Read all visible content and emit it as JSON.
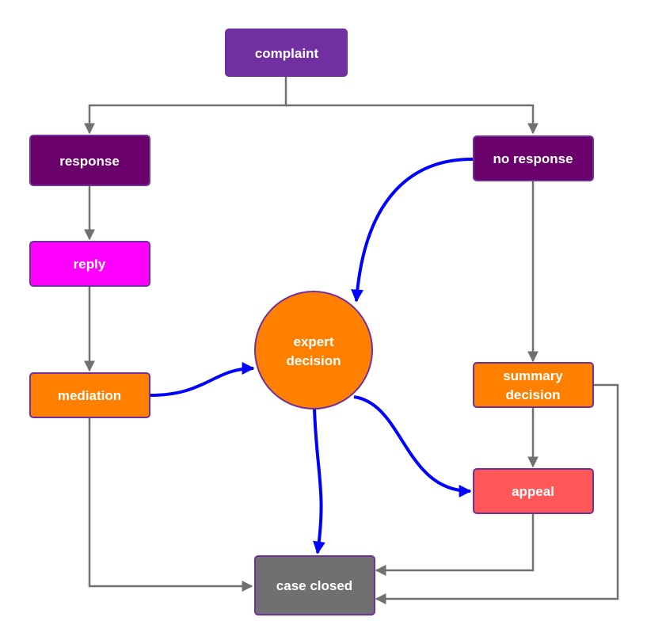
{
  "diagram": {
    "nodes": {
      "complaint": {
        "label": "complaint",
        "color": "#7030a0"
      },
      "response": {
        "label": "response",
        "color": "#6a006a"
      },
      "no_response": {
        "label": "no response",
        "color": "#6a006a"
      },
      "reply": {
        "label": "reply",
        "color": "#ff00ff"
      },
      "mediation": {
        "label": "mediation",
        "color": "#ff8000"
      },
      "expert_decision": {
        "line1": "expert",
        "line2": "decision",
        "color": "#ff8000"
      },
      "summary_decision": {
        "line1": "summary",
        "line2": "decision",
        "color": "#ff8000"
      },
      "appeal": {
        "label": "appeal",
        "color": "#ff5757"
      },
      "case_closed": {
        "label": "case closed",
        "color": "#707070"
      }
    },
    "colors": {
      "node_border": "#7030a0",
      "connector_gray": "#707070",
      "connector_blue": "#0000ff"
    }
  }
}
